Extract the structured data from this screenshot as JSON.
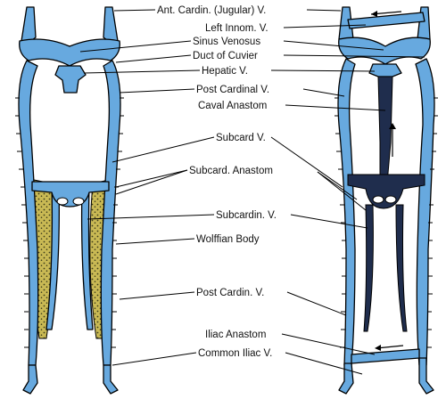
{
  "labels": {
    "ant_cardinal": "Ant. Cardin. (Jugular) V.",
    "left_innom": "Left Innom. V.",
    "sinus_venosus": "Sinus Venosus",
    "duct_of_cuvier": "Duct of Cuvier",
    "hepatic": "Hepatic V.",
    "post_cardinal": "Post Cardinal V.",
    "caval_anastom": "Caval Anastom",
    "subcard": "Subcard V.",
    "subcard_anastom": "Subcard. Anastom",
    "subcardin": "Subcardin. V.",
    "wolffian_body": "Wolffian Body",
    "post_cardin": "Post Cardin. V.",
    "iliac_anastom": "Iliac Anastom",
    "common_iliac": "Common Iliac V."
  },
  "colors": {
    "vein": "#67a9df",
    "wolffian_body": "#c9b954",
    "dark_vessel": "#1f2d4d",
    "outline": "#000000"
  },
  "icons": {
    "flow_arrow_top": "arrow-left-icon",
    "flow_arrow_caval": "arrow-up-icon",
    "flow_arrow_iliac": "arrow-left-icon"
  }
}
